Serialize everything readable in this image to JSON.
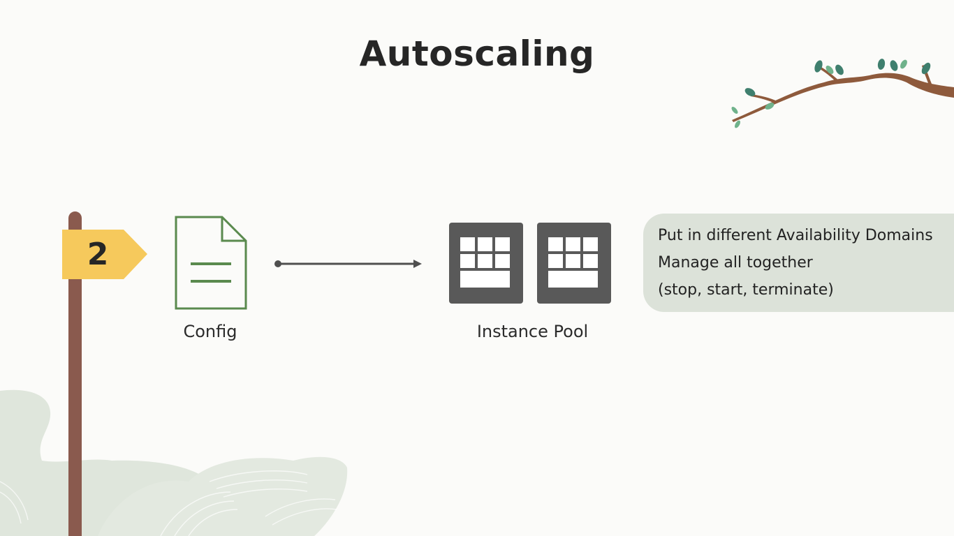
{
  "slide": {
    "title": "Autoscaling",
    "step_number": "2",
    "config_label": "Config",
    "pool_label": "Instance Pool",
    "info_lines": [
      "Put in different Availability Domains",
      "Manage all together",
      "(stop, start, terminate)"
    ]
  },
  "icons": {
    "config": "document-icon",
    "server": "server-instance-icon",
    "arrow": "arrow-right-icon",
    "sign": "signpost-icon"
  },
  "colors": {
    "background": "#fbfbf9",
    "sign_yellow": "#f6c95c",
    "pole_brown": "#8a5a4e",
    "doc_green": "#5a8a4e",
    "server_gray": "#595959",
    "info_box": "#dce2d9",
    "foliage": "#dde5db"
  }
}
